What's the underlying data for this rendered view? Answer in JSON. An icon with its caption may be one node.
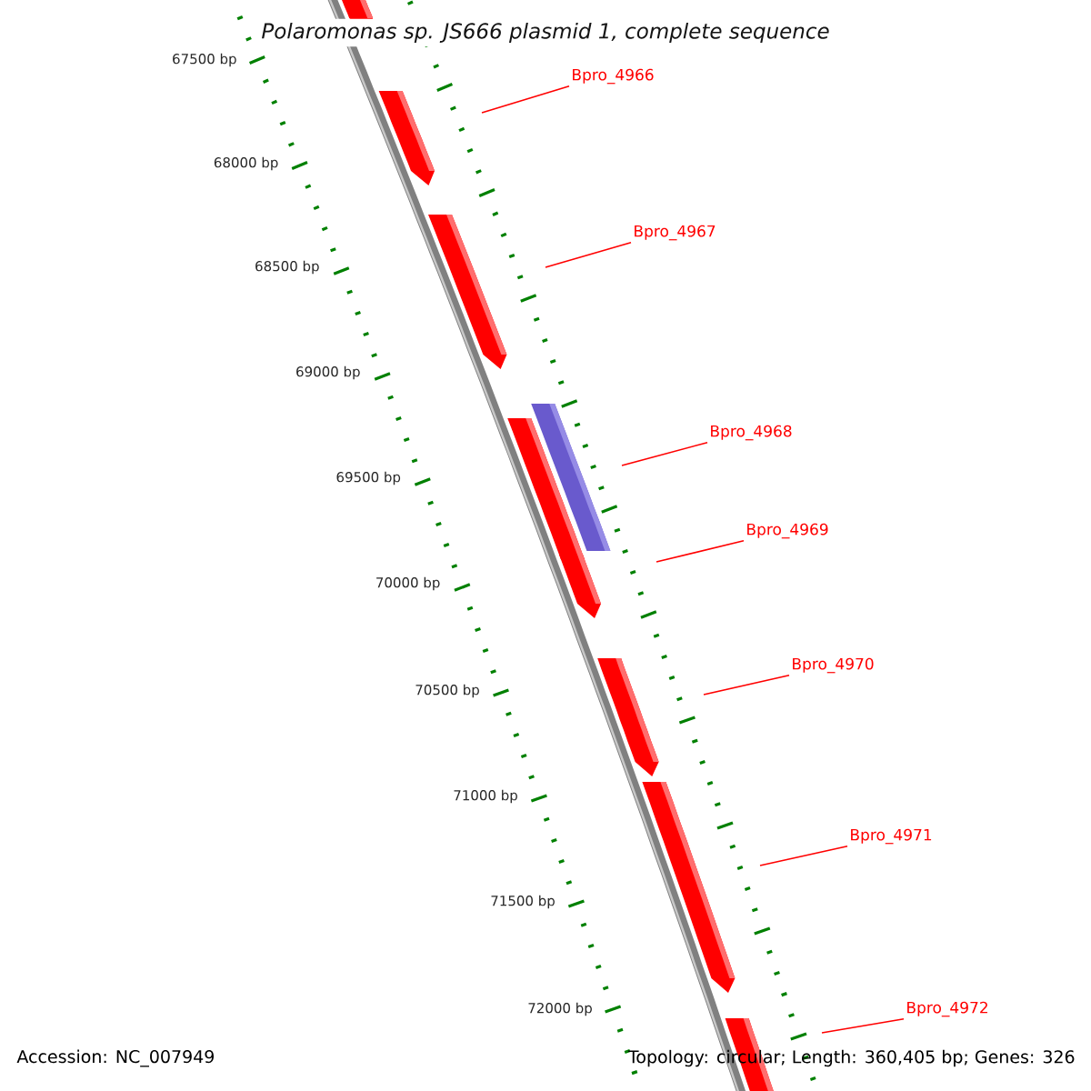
{
  "diagram": {
    "title": "Polaromonas sp. JS666 plasmid 1, complete sequence",
    "nodes": [
      {
        "text": [
          "Bpro_4966"
        ]
      },
      {
        "text": [
          "Bpro_4967"
        ]
      },
      {
        "text": [
          "Bpro_4968"
        ]
      },
      {
        "text": [
          "Bpro_4969"
        ]
      },
      {
        "text": [
          "Bpro_4970"
        ]
      },
      {
        "text": [
          "Bpro_4971"
        ]
      },
      {
        "text": [
          "Bpro_4972"
        ]
      }
    ],
    "edges": [
      {
        "from": 0,
        "to": null,
        "arrow": "none"
      },
      {
        "from": 1,
        "to": null,
        "arrow": "none"
      },
      {
        "from": 2,
        "to": null,
        "arrow": "none"
      },
      {
        "from": 3,
        "to": null,
        "arrow": "none"
      },
      {
        "from": 4,
        "to": null,
        "arrow": "none"
      },
      {
        "from": 5,
        "to": null,
        "arrow": "none"
      },
      {
        "from": 6,
        "to": null,
        "arrow": "none"
      }
    ],
    "labels": [
      "67500 bp",
      "68000 bp",
      "68500 bp",
      "69000 bp",
      "69500 bp",
      "70000 bp",
      "70500 bp",
      "71000 bp",
      "71500 bp",
      "72000 bp",
      "Accession: NC_007949",
      "Topology: circular; Length: 360,405 bp; Genes: 326"
    ]
  }
}
